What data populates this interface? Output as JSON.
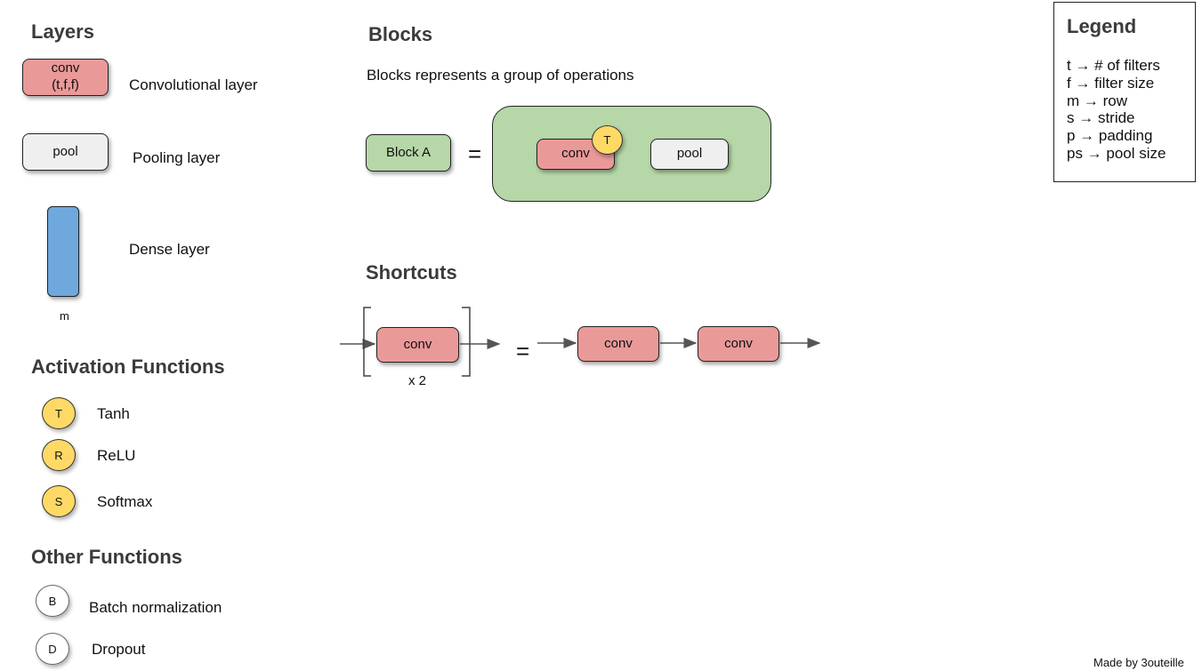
{
  "layers": {
    "heading": "Layers",
    "conv_box_line1": "conv",
    "conv_box_line2": "(t,f,f)",
    "conv_label": "Convolutional layer",
    "pool_box": "pool",
    "pool_label": "Pooling layer",
    "dense_label": "Dense layer",
    "dense_sub": "m"
  },
  "activation": {
    "heading": "Activation Functions",
    "items": [
      {
        "symbol": "T",
        "label": "Tanh"
      },
      {
        "symbol": "R",
        "label": "ReLU"
      },
      {
        "symbol": "S",
        "label": "Softmax"
      }
    ]
  },
  "other": {
    "heading": "Other Functions",
    "items": [
      {
        "symbol": "B",
        "label": "Batch normalization"
      },
      {
        "symbol": "D",
        "label": "Dropout"
      }
    ]
  },
  "blocks": {
    "heading": "Blocks",
    "description": "Blocks represents a group of operations",
    "block_label": "Block A",
    "equals": "=",
    "conv": "conv",
    "activation": "T",
    "pool": "pool"
  },
  "shortcuts": {
    "heading": "Shortcuts",
    "conv": "conv",
    "repeat": "x 2",
    "equals": "=",
    "conv_a": "conv",
    "conv_b": "conv"
  },
  "legend": {
    "title": "Legend",
    "lines": [
      "t → # of filters",
      "f → filter size",
      "m → row",
      "s → stride",
      "p → padding",
      "ps → pool size"
    ]
  },
  "footer": "Made by 3outeille",
  "colors": {
    "conv": "#ea9999",
    "pool": "#efefef",
    "dense": "#6fa8dc",
    "block": "#b6d7a8",
    "activation": "#ffd966"
  }
}
